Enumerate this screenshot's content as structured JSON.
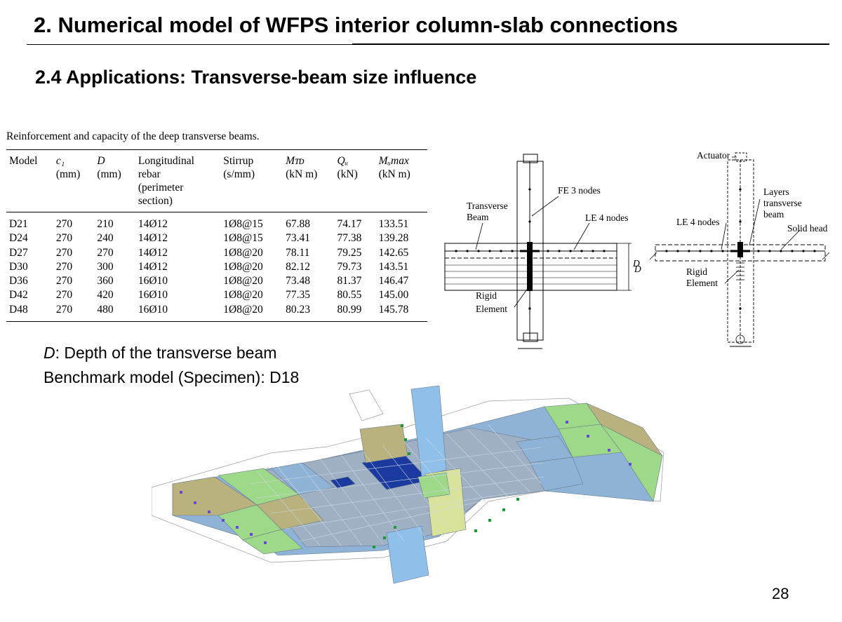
{
  "slide": {
    "title": "2. Numerical model of WFPS interior column-slab connections",
    "subtitle": "2.4  Applications: Transverse-beam size influence",
    "page_number": "28"
  },
  "table": {
    "caption": "Reinforcement and capacity of the deep transverse beams.",
    "headers": [
      {
        "name": "Model",
        "unit": ""
      },
      {
        "name": "c₁",
        "unit": "(mm)"
      },
      {
        "name": "D",
        "unit": "(mm)"
      },
      {
        "name": "Longitudinal\nrebar\n(perimeter\nsection)",
        "unit": ""
      },
      {
        "name": "Stirrup",
        "unit": "(s/mm)"
      },
      {
        "name": "Mᴛᴅ",
        "unit": "(kN m)"
      },
      {
        "name": "Qᵤ",
        "unit": "(kN)"
      },
      {
        "name": "Mᵤmax",
        "unit": "(kN m)"
      }
    ],
    "rows": [
      [
        "D21",
        "270",
        "210",
        "14Ø12",
        "1Ø8@15",
        "67.88",
        "74.17",
        "133.51"
      ],
      [
        "D24",
        "270",
        "240",
        "14Ø12",
        "1Ø8@15",
        "73.41",
        "77.38",
        "139.28"
      ],
      [
        "D27",
        "270",
        "270",
        "14Ø12",
        "1Ø8@20",
        "78.11",
        "79.25",
        "142.65"
      ],
      [
        "D30",
        "270",
        "300",
        "14Ø12",
        "1Ø8@20",
        "82.12",
        "79.73",
        "143.51"
      ],
      [
        "D36",
        "270",
        "360",
        "16Ø10",
        "1Ø8@20",
        "73.48",
        "81.37",
        "146.47"
      ],
      [
        "D42",
        "270",
        "420",
        "16Ø10",
        "1Ø8@20",
        "77.35",
        "80.55",
        "145.00"
      ],
      [
        "D48",
        "270",
        "480",
        "16Ø10",
        "1Ø8@20",
        "80.23",
        "80.99",
        "145.78"
      ]
    ]
  },
  "notes": {
    "depth_symbol": "D",
    "depth_text": ": Depth of the transverse beam",
    "benchmark": "Benchmark model (Specimen): D18"
  },
  "diagram_left": {
    "transverse_beam_1": "Transverse",
    "transverse_beam_2": "Beam",
    "fe_nodes": "FE 3 nodes",
    "le_nodes": "LE 4 nodes",
    "d_label": "D",
    "rigid_1": "Rigid",
    "rigid_2": "Element"
  },
  "diagram_right": {
    "actuator": "Actuator",
    "layers_1": "Layers",
    "layers_2": "transverse",
    "layers_3": "beam",
    "solid_head": "Solid head",
    "le_nodes": "LE 4 nodes",
    "d_label": "D",
    "rigid_1": "Rigid",
    "rigid_2": "Element"
  },
  "colors": {
    "slab_blue": "#8fb3d6",
    "slab_grey": "#9fb0c4",
    "green_rib": "#9ed98a",
    "olive_rib": "#b9b27e",
    "yellow_head": "#d8e29a",
    "column_blue": "#8ec0ea",
    "dark_blue": "#1a3aa0",
    "node_green": "#1c9a3a",
    "node_purple": "#6a4ad0"
  }
}
